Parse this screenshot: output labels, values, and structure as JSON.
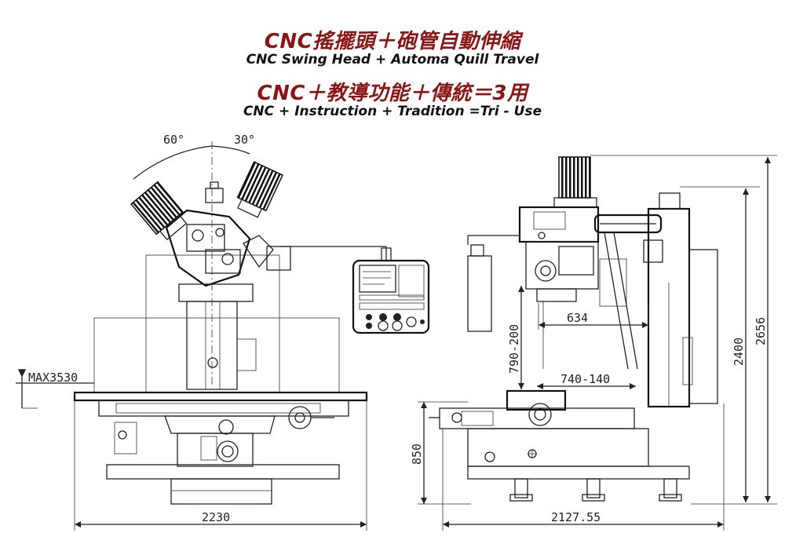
{
  "header": {
    "title_zh_1": "CNC搖擺頭＋砲管自動伸縮",
    "title_en_1": "CNC Swing Head + Automa Quill Travel",
    "title_zh_2": "CNC＋教導功能＋傳統＝3用",
    "title_en_2": "CNC + Instruction + Tradition =Tri - Use"
  },
  "front_view": {
    "angle_left": "60°",
    "angle_right": "30°",
    "max_height": "MAX3530",
    "width": "2230"
  },
  "side_view": {
    "dim_634": "634",
    "dim_790_200": "790-200",
    "dim_740_140": "740-140",
    "dim_850": "850",
    "dim_2400": "2400",
    "dim_2656": "2656",
    "dim_width": "2127.55"
  }
}
